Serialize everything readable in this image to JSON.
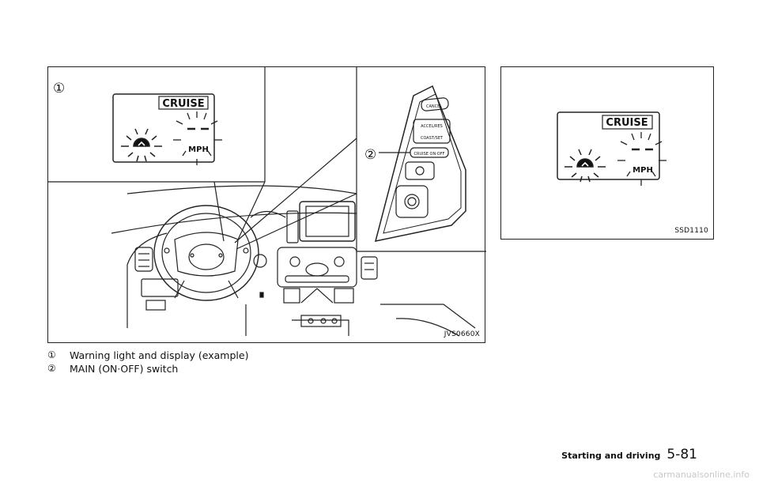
{
  "figure1": {
    "callout_1": "①",
    "callout_2": "②",
    "display_label": "CRUISE",
    "unit_label": "MPH",
    "switch_labels": [
      "CANCEL",
      "ACCEL/RES",
      "COAST/SET",
      "CRUISE ON·OFF"
    ],
    "code": "JVS0660X"
  },
  "figure2": {
    "display_label": "CRUISE",
    "unit_label": "MPH",
    "code": "SSD1110"
  },
  "captions": [
    {
      "num": "①",
      "text": "Warning light and display (example)"
    },
    {
      "num": "②",
      "text": "MAIN (ON·OFF) switch"
    }
  ],
  "footer": {
    "section": "Starting and driving",
    "page": "5-81"
  },
  "watermark": "carmanualsonline.info"
}
